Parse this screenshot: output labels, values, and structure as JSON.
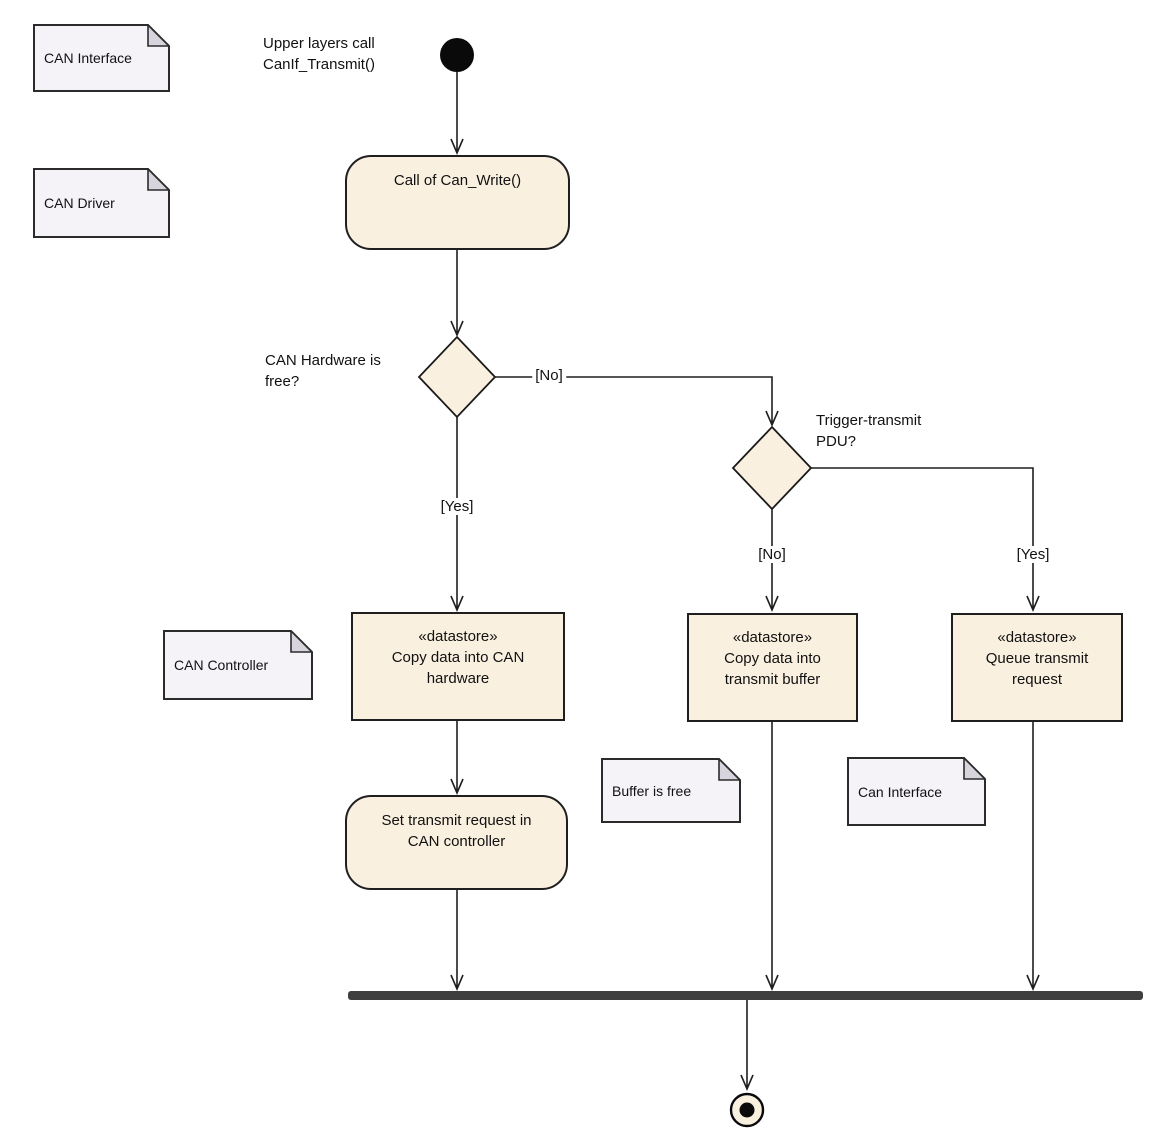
{
  "colors": {
    "shape_fill": "#FAF0E0",
    "note_fill": "#F5F2F8",
    "note_fold": "#D8D4DE",
    "join_bar": "#3F3F3F",
    "stroke": "#1F1F1F",
    "background": "#FFFFFF"
  },
  "notes": {
    "can_interface_top": "CAN Interface",
    "can_driver": "CAN Driver",
    "can_controller": "CAN Controller",
    "buffer_is_free": "Buffer is free",
    "can_interface_bottom": "Can Interface"
  },
  "annotations": {
    "start": "Upper layers call\nCanIf_Transmit()",
    "decision_hw_free": "CAN Hardware is\nfree?",
    "decision_trigger_pdu": "Trigger-transmit\nPDU?"
  },
  "guards": {
    "hw_free_no": "[No]",
    "hw_free_yes": "[Yes]",
    "trigger_no": "[No]",
    "trigger_yes": "[Yes]"
  },
  "actions": {
    "call_can_write": "Call of Can_Write()",
    "set_transmit_request": "Set transmit request in\nCAN controller"
  },
  "datastores": {
    "stereotype": "«datastore»",
    "copy_can_hardware": "Copy data into CAN\nhardware",
    "copy_transmit_buffer": "Copy data into\ntransmit buffer",
    "queue_transmit_request": "Queue transmit\nrequest"
  }
}
